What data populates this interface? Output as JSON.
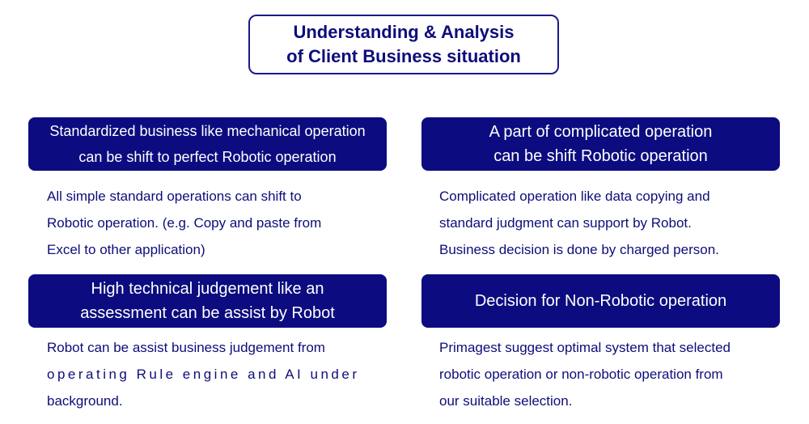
{
  "title": {
    "line1": "Understanding & Analysis",
    "line2": "of Client Business situation"
  },
  "quadrants": [
    {
      "heading": [
        "Standardized business like mechanical operation",
        "can be shift to perfect Robotic operation"
      ],
      "description": [
        "All simple standard operations can shift to",
        "Robotic operation. (e.g. Copy and paste from",
        "Excel to other application)"
      ]
    },
    {
      "heading": [
        "A part of complicated operation",
        "can be shift Robotic operation"
      ],
      "description": [
        "Complicated operation like data copying and",
        "standard judgment can support by Robot.",
        "Business decision is done by charged person."
      ]
    },
    {
      "heading": [
        "High technical judgement like an",
        "assessment can be assist by Robot"
      ],
      "description": [
        "Robot can be assist business judgement from",
        "operating Rule engine and AI under",
        "background."
      ]
    },
    {
      "heading": [
        "Decision for Non-Robotic operation"
      ],
      "description": [
        "Primagest suggest optimal system that selected",
        "robotic operation or non-robotic operation from",
        "our suitable selection."
      ]
    }
  ],
  "colors": {
    "banner": "#0c0c80",
    "text": "#0d0d7a",
    "border": "#1a1a8c"
  }
}
